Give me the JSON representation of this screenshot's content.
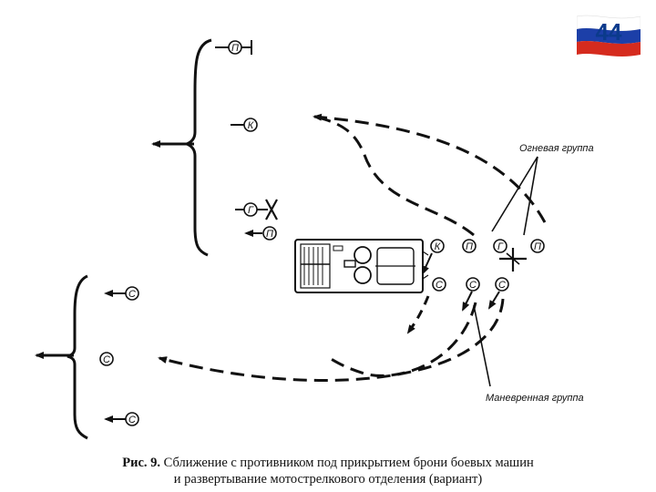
{
  "badge": {
    "number": "44",
    "flag_colors": [
      "#ffffff",
      "#1c3fa8",
      "#d52b1e"
    ]
  },
  "symbols": {
    "top_left": [
      "П",
      "К",
      "Г",
      "П"
    ],
    "lower_left": [
      "С",
      "С",
      "С"
    ],
    "right_top_row": [
      "К",
      "П",
      "Г",
      "П"
    ],
    "right_bottom_row": [
      "С",
      "С",
      "С"
    ]
  },
  "labels": {
    "fire_group": "Огневая группа",
    "maneuver_group": "Маневренная группа"
  },
  "caption": {
    "lead": "Рис. 9.",
    "line1": "Сближение с противником под прикрытием брони боевых машин",
    "line2": "и развертывание мотострелкового отделения (вариант)"
  },
  "colors": {
    "ink": "#111111"
  }
}
